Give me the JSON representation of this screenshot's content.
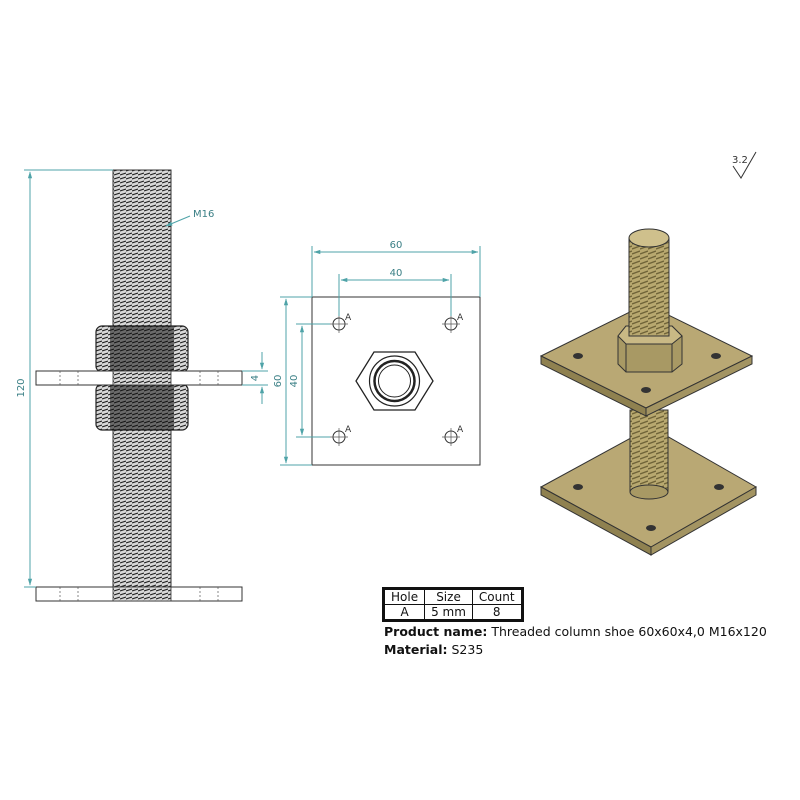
{
  "surface_finish": "3.2",
  "thread_callout": "M16",
  "dimensions": {
    "overall_height": "120",
    "plate_thickness": "4",
    "plate_width": "60",
    "hole_spacing_x": "40",
    "plate_height": "60",
    "hole_spacing_y": "40"
  },
  "hole_label": "A",
  "hole_table": {
    "headers": [
      "Hole",
      "Size",
      "Count"
    ],
    "rows": [
      [
        "A",
        "5 mm",
        "8"
      ]
    ]
  },
  "product_name_label": "Product name:",
  "product_name": "Threaded column shoe 60x60x4,0 M16x120",
  "material_label": "Material:",
  "material": "S235",
  "colors": {
    "dimension": "#4fa3a8",
    "plate_top": "#b9a874",
    "plate_side": "#8f8150",
    "thread": "#a89964"
  }
}
